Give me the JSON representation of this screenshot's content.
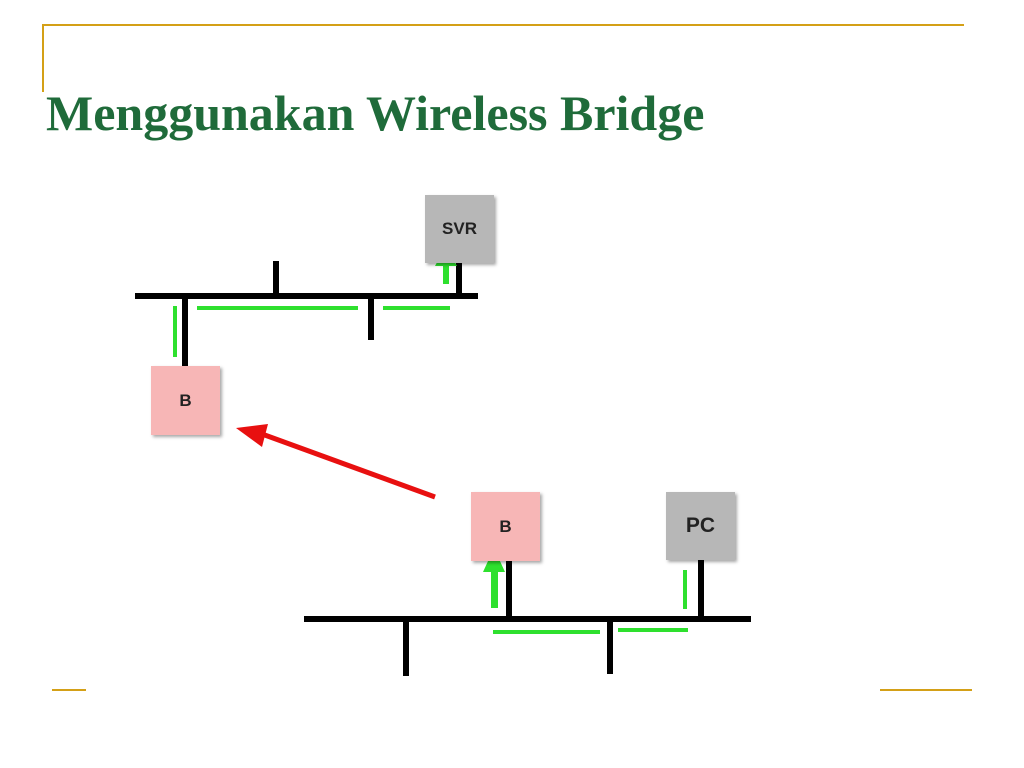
{
  "slide": {
    "title": "Menggunakan Wireless Bridge"
  },
  "nodes": {
    "server": "SVR",
    "bridge_top": "B",
    "bridge_bottom": "B",
    "pc": "PC"
  },
  "colors": {
    "title": "#1f6b3a",
    "frame_lines": "#d4a017",
    "cable": "#000000",
    "traffic": "#2ee02e",
    "wireless_link": "#e81010",
    "server_box": "#b7b7b7",
    "bridge_box": "#f7b6b6"
  }
}
